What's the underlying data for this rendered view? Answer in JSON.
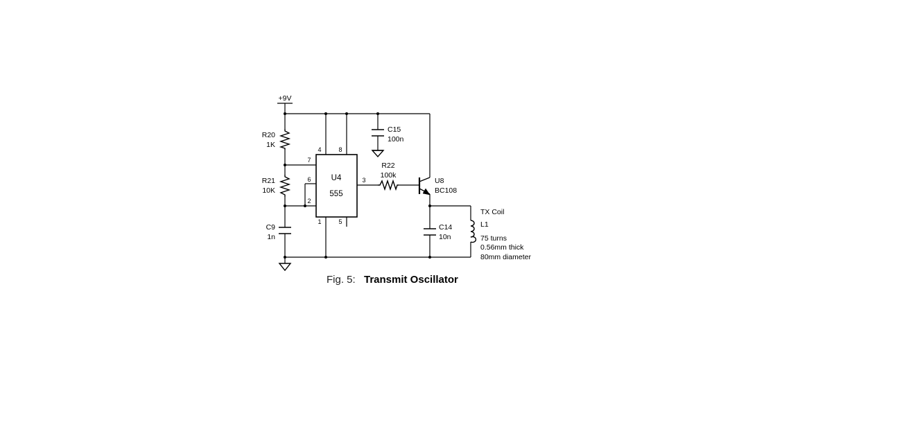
{
  "supply": {
    "label": "+9V"
  },
  "components": {
    "r20": {
      "ref": "R20",
      "value": "1K"
    },
    "r21": {
      "ref": "R21",
      "value": "10K"
    },
    "c9": {
      "ref": "C9",
      "value": "1n"
    },
    "c15": {
      "ref": "C15",
      "value": "100n"
    },
    "r22": {
      "ref": "R22",
      "value": "100k"
    },
    "u4": {
      "ref": "U4",
      "value": "555",
      "pins": {
        "p4": "4",
        "p8": "8",
        "p7": "7",
        "p6": "6",
        "p2": "2",
        "p3": "3",
        "p1": "1",
        "p5": "5"
      }
    },
    "u8": {
      "ref": "U8",
      "value": "BC108"
    },
    "c14": {
      "ref": "C14",
      "value": "10n"
    },
    "l1": {
      "title": "TX Coil",
      "ref": "L1",
      "spec1": "75 turns",
      "spec2": "0.56mm thick",
      "spec3": "80mm diameter"
    }
  },
  "caption": {
    "fig": "Fig. 5:",
    "title": "Transmit Oscillator"
  }
}
